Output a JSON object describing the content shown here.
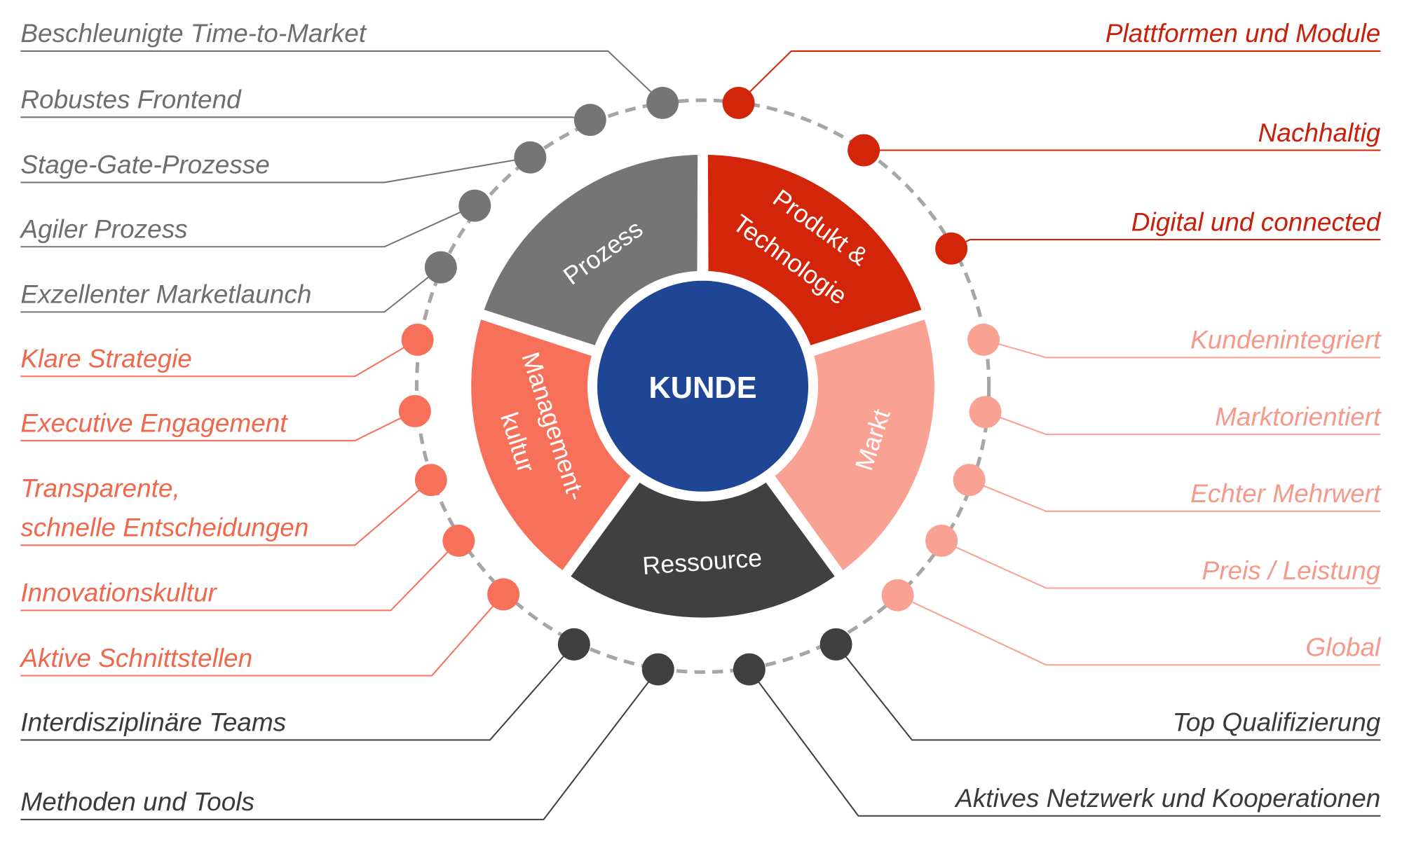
{
  "colors": {
    "prozess": "#757575",
    "produkt": "#d2250a",
    "markt": "#f9a192",
    "ressource": "#404040",
    "management": "#f7705a",
    "center": "#1f4695",
    "ring": "#a6a6a6",
    "text_gray": "#6e6e6e",
    "text_red": "#c8200a",
    "text_coral": "#f0674c",
    "text_pink": "#f5998a",
    "text_dark": "#3a3a3a"
  },
  "center": {
    "label": "KUNDE"
  },
  "segments": {
    "prozess": "Prozess",
    "produkt_line1": "Produkt &",
    "produkt_line2": "Technologie",
    "markt": "Markt",
    "ressource": "Ressource",
    "management_line1": "Management-",
    "management_line2": "kultur"
  },
  "left_labels": [
    {
      "text": "Beschleunigte Time-to-Market",
      "group": "prozess"
    },
    {
      "text": "Robustes Frontend",
      "group": "prozess"
    },
    {
      "text": "Stage-Gate-Prozesse",
      "group": "prozess"
    },
    {
      "text": "Agiler Prozess",
      "group": "prozess"
    },
    {
      "text": "Exzellenter Marketlaunch",
      "group": "prozess"
    },
    {
      "text": "Klare Strategie",
      "group": "management"
    },
    {
      "text": "Executive Engagement",
      "group": "management"
    },
    {
      "text": "Transparente,",
      "text2": "schnelle Entscheidungen",
      "group": "management"
    },
    {
      "text": "Innovationskultur",
      "group": "management"
    },
    {
      "text": "Aktive Schnittstellen",
      "group": "management"
    },
    {
      "text": "Interdisziplinäre Teams",
      "group": "ressource"
    },
    {
      "text": "Methoden und Tools",
      "group": "ressource"
    }
  ],
  "right_labels": [
    {
      "text": "Plattformen und Module",
      "group": "produkt"
    },
    {
      "text": "Nachhaltig",
      "group": "produkt"
    },
    {
      "text": "Digital und connected",
      "group": "produkt"
    },
    {
      "text": "Kundenintegriert",
      "group": "markt"
    },
    {
      "text": "Marktorientiert",
      "group": "markt"
    },
    {
      "text": "Echter Mehrwert",
      "group": "markt"
    },
    {
      "text": "Preis / Leistung",
      "group": "markt"
    },
    {
      "text": "Global",
      "group": "markt"
    },
    {
      "text": "Top Qualifizierung",
      "group": "ressource"
    },
    {
      "text": "Aktives Netzwerk und Kooperationen",
      "group": "ressource"
    }
  ]
}
